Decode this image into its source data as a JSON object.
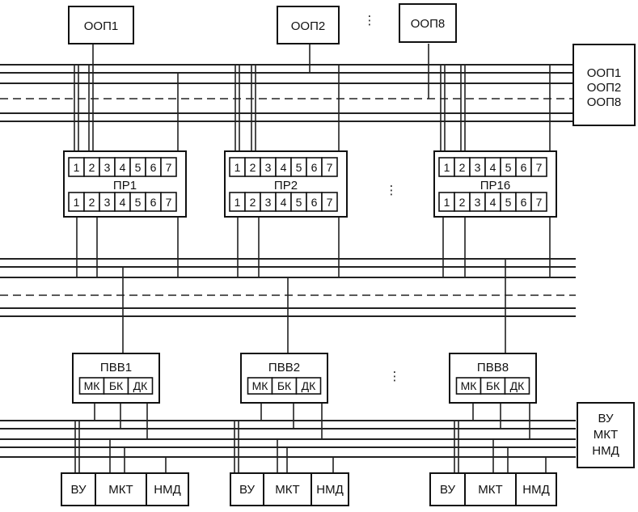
{
  "top_modules": [
    "ООП1",
    "ООП2",
    "ООП8"
  ],
  "memory_bus_labels": [
    "ООП1",
    "ООП2",
    "ООП8"
  ],
  "processors": [
    {
      "label": "ПР1",
      "cells_top": [
        "1",
        "2",
        "3",
        "4",
        "5",
        "6",
        "7"
      ],
      "cells_bottom": [
        "1",
        "2",
        "3",
        "4",
        "5",
        "6",
        "7"
      ]
    },
    {
      "label": "ПР2",
      "cells_top": [
        "1",
        "2",
        "3",
        "4",
        "5",
        "6",
        "7"
      ],
      "cells_bottom": [
        "1",
        "2",
        "3",
        "4",
        "5",
        "6",
        "7"
      ]
    },
    {
      "label": "ПР16",
      "cells_top": [
        "1",
        "2",
        "3",
        "4",
        "5",
        "6",
        "7"
      ],
      "cells_bottom": [
        "1",
        "2",
        "3",
        "4",
        "5",
        "6",
        "7"
      ]
    }
  ],
  "io_processors": [
    {
      "label": "ПВВ1",
      "units": [
        "МК",
        "БК",
        "ДК"
      ]
    },
    {
      "label": "ПВВ2",
      "units": [
        "МК",
        "БК",
        "ДК"
      ]
    },
    {
      "label": "ПВВ8",
      "units": [
        "МК",
        "БК",
        "ДК"
      ]
    }
  ],
  "io_bus_labels": [
    "ВУ",
    "МКТ",
    "НМД"
  ],
  "devices": [
    [
      "ВУ",
      "МКТ",
      "НМД"
    ],
    [
      "ВУ",
      "МКТ",
      "НМД"
    ],
    [
      "ВУ",
      "МКТ",
      "НМД"
    ]
  ],
  "ellipsis": "⋮"
}
